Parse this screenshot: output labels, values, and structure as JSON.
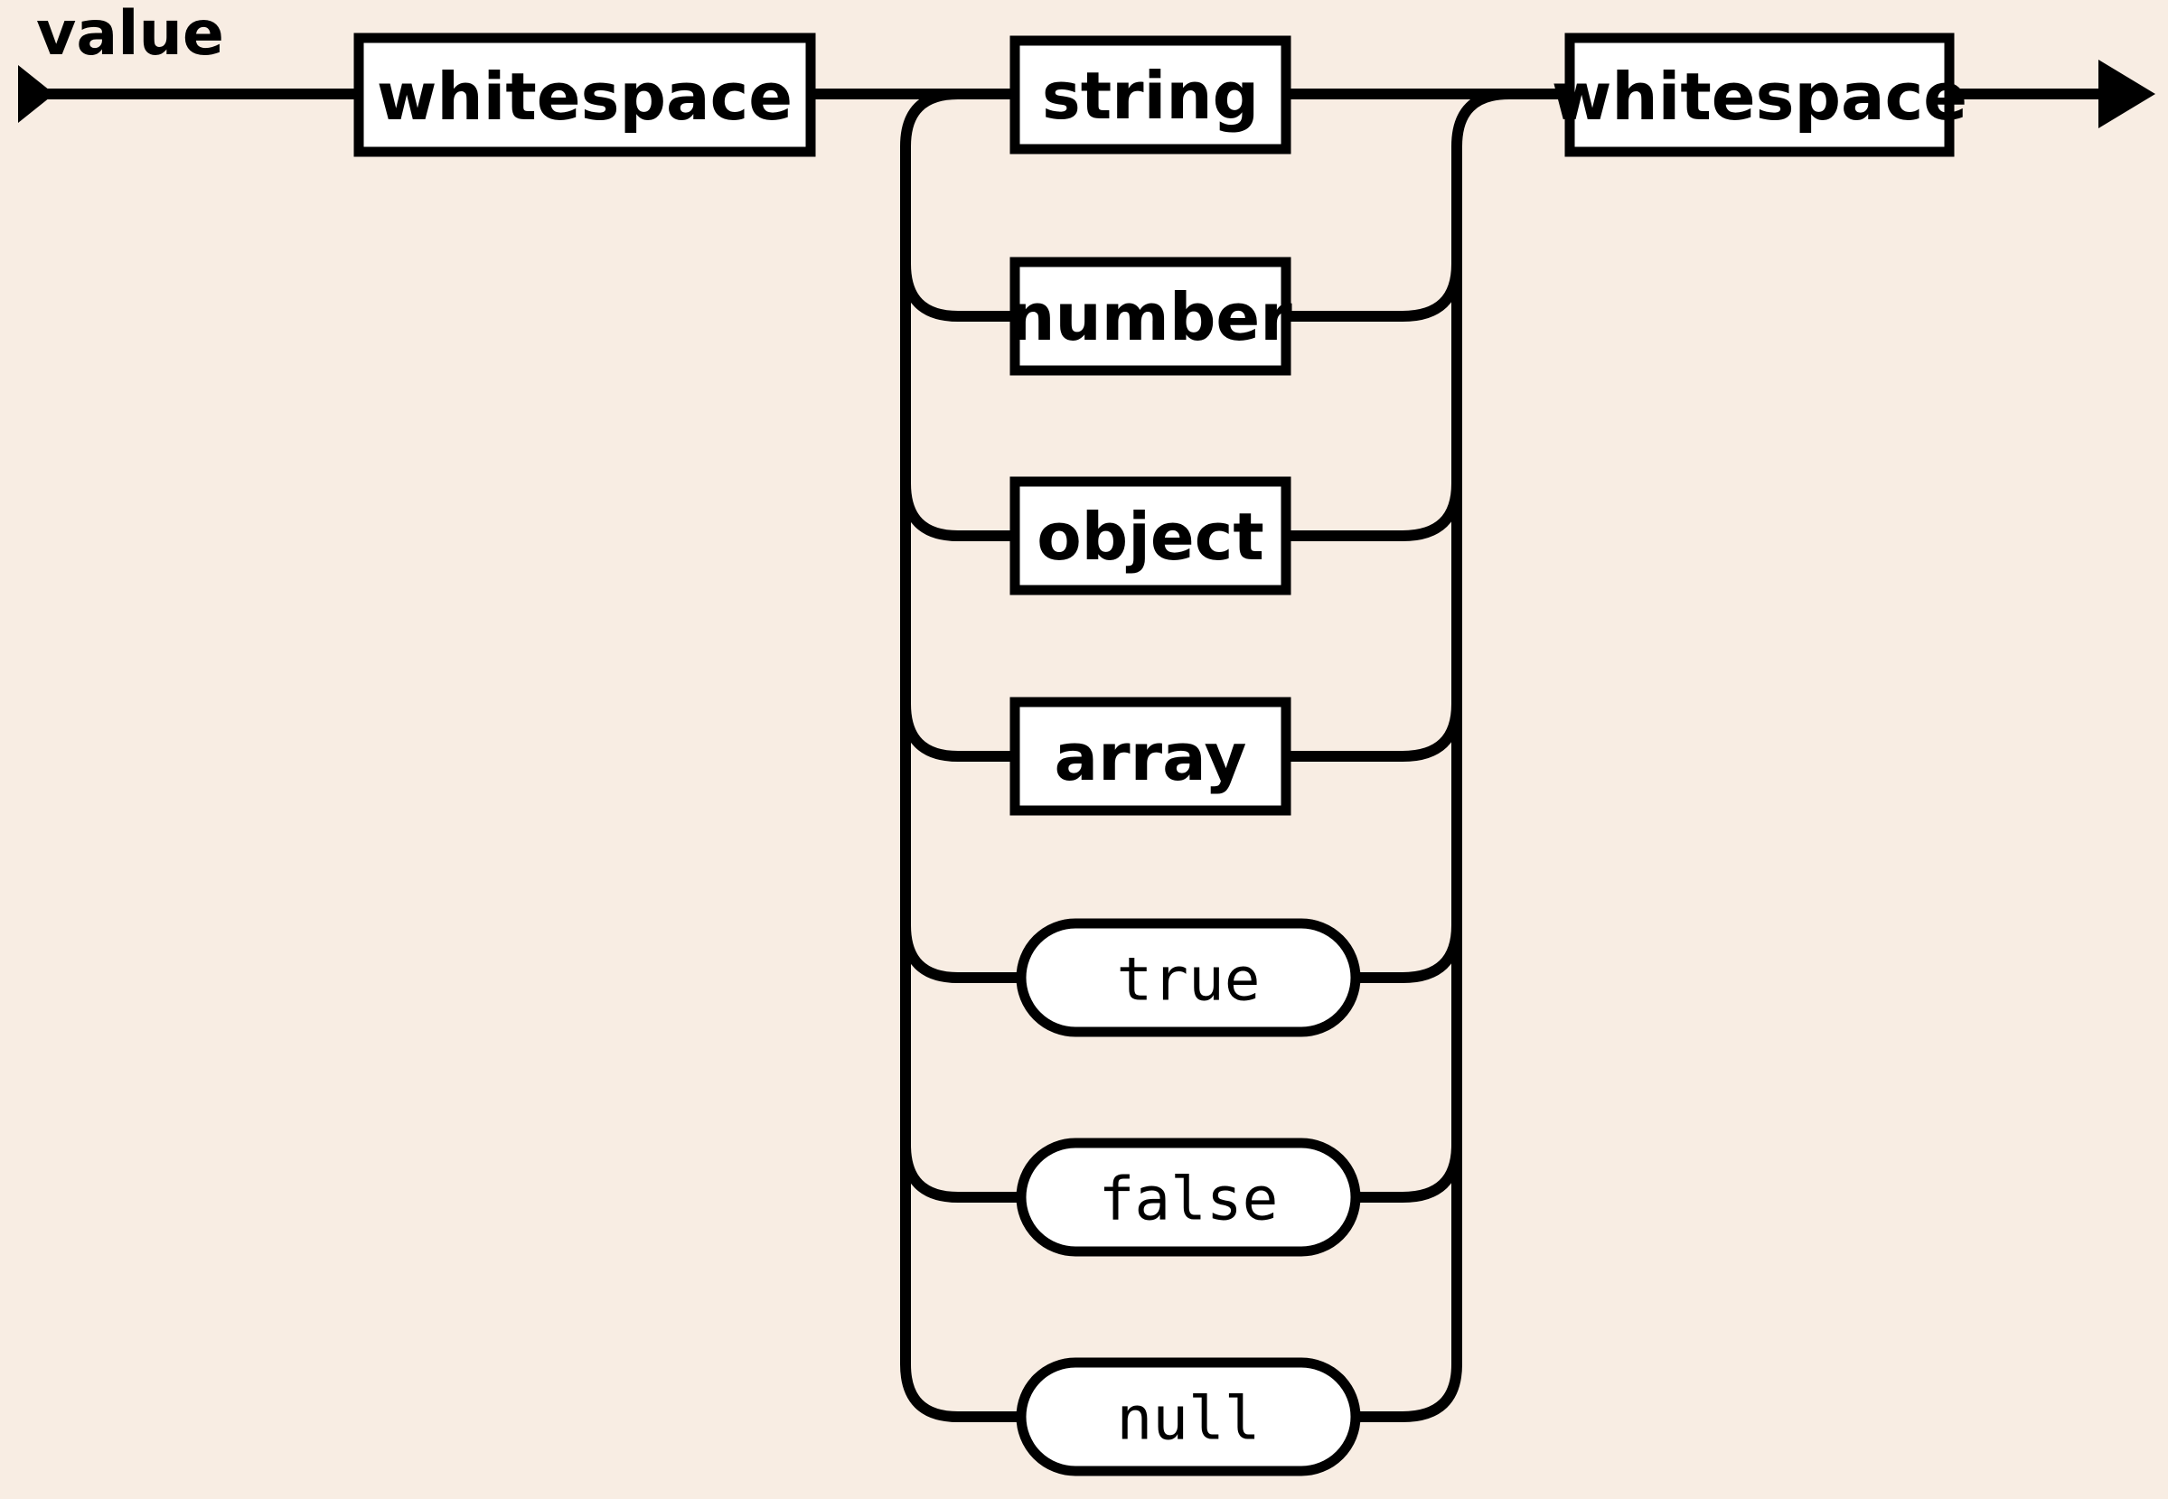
{
  "diagram": {
    "title": "value",
    "type": "railroad-syntax-diagram",
    "background_color": "#F8EDE3",
    "line_color": "#000000",
    "node_fill_color": "#FFFFFF",
    "start_marker": "left-arrowhead",
    "end_marker": "right-arrowhead",
    "sequence": [
      {
        "id": "ws-left",
        "label": "whitespace",
        "kind": "nonterminal"
      },
      {
        "id": "choice",
        "label": "",
        "kind": "choice-group"
      },
      {
        "id": "ws-right",
        "label": "whitespace",
        "kind": "nonterminal"
      }
    ],
    "alternatives": [
      {
        "id": "alt-string",
        "label": "string",
        "kind": "nonterminal",
        "row": 0
      },
      {
        "id": "alt-number",
        "label": "number",
        "kind": "nonterminal",
        "row": 1
      },
      {
        "id": "alt-object",
        "label": "object",
        "kind": "nonterminal",
        "row": 2
      },
      {
        "id": "alt-array",
        "label": "array",
        "kind": "nonterminal",
        "row": 3
      },
      {
        "id": "alt-true",
        "label": "true",
        "kind": "terminal",
        "row": 4
      },
      {
        "id": "alt-false",
        "label": "false",
        "kind": "terminal",
        "row": 5
      },
      {
        "id": "alt-null",
        "label": "null",
        "kind": "terminal",
        "row": 6
      }
    ]
  }
}
